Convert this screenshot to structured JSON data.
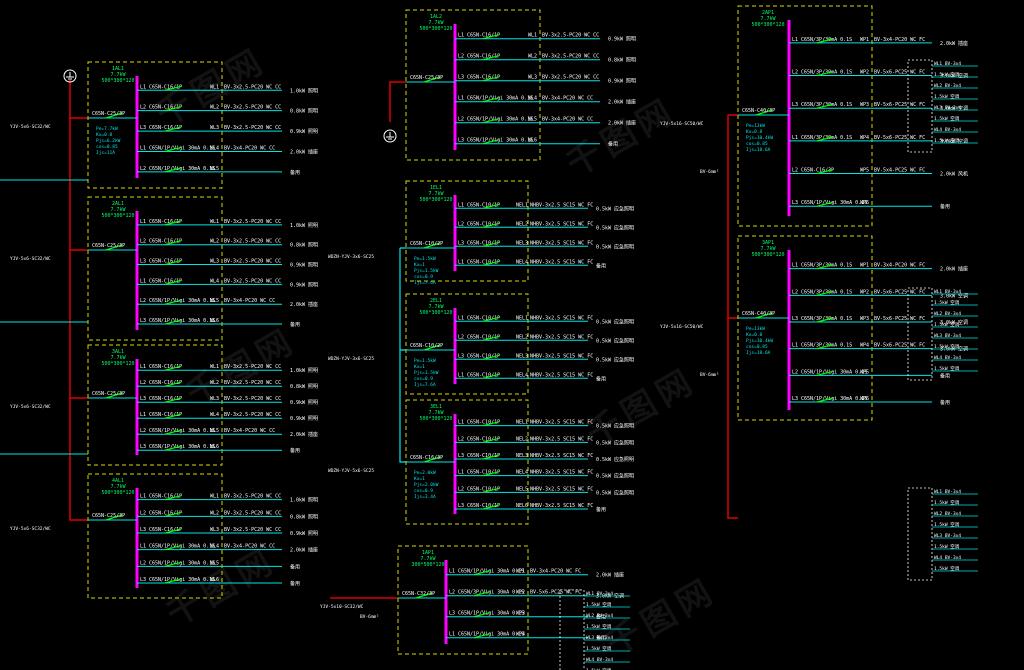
{
  "watermark": "千图网",
  "colors": {
    "background": "#000000",
    "panel_border": "#d8d800",
    "bus_bar": "#ff00ff",
    "feeder_line": "#00e6e6",
    "main_feed": "#e00000",
    "breaker": "#00ff00",
    "text": "#ffffff",
    "header_text": "#00ff66",
    "load_note": "#ffff66"
  },
  "panels": [
    {
      "id": "1AL1",
      "header": [
        "1AL1",
        "7.7kW",
        "500*300*120"
      ],
      "incoming_breaker": "C65N-C25/3P",
      "incoming_cable": "YJV-5x6-SC32/WC",
      "ground_symbol": true,
      "calc_note": [
        "Pe=7.7kW",
        "Kx=0.8",
        "Pjs=6.2kW",
        "cos=0.85",
        "Ijs=11A"
      ],
      "circuits": [
        {
          "phase": "L1",
          "breaker": "C65N-C16/1P",
          "no": "WL1",
          "cable": "BV-3x2.5-PC20 WC CC",
          "load": "1.0kW 照明"
        },
        {
          "phase": "L2",
          "breaker": "C65N-C16/1P",
          "no": "WL2",
          "cable": "BV-3x2.5-PC20 WC CC",
          "load": "0.8kW 照明"
        },
        {
          "phase": "L3",
          "breaker": "C65N-C16/1P",
          "no": "WL3",
          "cable": "BV-3x2.5-PC20 WC CC",
          "load": "0.9kW 照明"
        },
        {
          "phase": "L1",
          "breaker": "C65N/1P/Vigi 30mA 0.1S",
          "no": "WL4",
          "cable": "BV-3x4-PC20 WC CC",
          "load": "2.0kW 插座"
        },
        {
          "phase": "L2",
          "breaker": "C65N/1P/Vigi 30mA 0.1S",
          "no": "WL5",
          "cable": "",
          "load": "备用"
        }
      ]
    },
    {
      "id": "2AL1",
      "header": [
        "2AL1",
        "7.7kW",
        "500*300*120"
      ],
      "incoming_breaker": "C65N-C25/3P",
      "incoming_cable": "YJV-5x6-SC32/WC",
      "circuits": [
        {
          "phase": "L1",
          "breaker": "C65N-C16/1P",
          "no": "WL1",
          "cable": "BV-3x2.5-PC20 WC CC",
          "load": "1.0kW 照明"
        },
        {
          "phase": "L2",
          "breaker": "C65N-C16/1P",
          "no": "WL2",
          "cable": "BV-3x2.5-PC20 WC CC",
          "load": "0.8kW 照明"
        },
        {
          "phase": "L3",
          "breaker": "C65N-C16/1P",
          "no": "WL3",
          "cable": "BV-3x2.5-PC20 WC CC",
          "load": "0.9kW 照明"
        },
        {
          "phase": "L1",
          "breaker": "C65N-C16/1P",
          "no": "WL4",
          "cable": "BV-3x2.5-PC20 WC CC",
          "load": "0.9kW 照明"
        },
        {
          "phase": "L2",
          "breaker": "C65N/1P/Vigi 30mA 0.1S",
          "no": "WL5",
          "cable": "BV-3x4-PC20 WC CC",
          "load": "2.0kW 插座"
        },
        {
          "phase": "L3",
          "breaker": "C65N/1P/Vigi 30mA 0.1S",
          "no": "WL6",
          "cable": "",
          "load": "备用"
        }
      ]
    },
    {
      "id": "3AL1",
      "header": [
        "3AL1",
        "7.7kW",
        "500*300*120"
      ],
      "incoming_breaker": "C65N-C25/3P",
      "incoming_cable": "YJV-5x6-SC32/WC",
      "circuits": [
        {
          "phase": "L1",
          "breaker": "C65N-C16/1P",
          "no": "WL1",
          "cable": "BV-3x2.5-PC20 WC CC",
          "load": "1.0kW 照明"
        },
        {
          "phase": "L2",
          "breaker": "C65N-C16/1P",
          "no": "WL2",
          "cable": "BV-3x2.5-PC20 WC CC",
          "load": "0.8kW 照明"
        },
        {
          "phase": "L3",
          "breaker": "C65N-C16/1P",
          "no": "WL3",
          "cable": "BV-3x2.5-PC20 WC CC",
          "load": "0.9kW 照明"
        },
        {
          "phase": "L1",
          "breaker": "C65N-C16/1P",
          "no": "WL4",
          "cable": "BV-3x2.5-PC20 WC CC",
          "load": "0.9kW 照明"
        },
        {
          "phase": "L2",
          "breaker": "C65N/1P/Vigi 30mA 0.1S",
          "no": "WL5",
          "cable": "BV-3x4-PC20 WC CC",
          "load": "2.0kW 插座"
        },
        {
          "phase": "L3",
          "breaker": "C65N/1P/Vigi 30mA 0.1S",
          "no": "WL6",
          "cable": "",
          "load": "备用"
        }
      ]
    },
    {
      "id": "4AL1",
      "header": [
        "4AL1",
        "7.7kW",
        "500*300*120"
      ],
      "incoming_breaker": "C65N-C25/3P",
      "incoming_cable": "YJV-5x6-SC32/WC",
      "circuits": [
        {
          "phase": "L1",
          "breaker": "C65N-C16/1P",
          "no": "WL1",
          "cable": "BV-3x2.5-PC20 WC CC",
          "load": "1.0kW 照明"
        },
        {
          "phase": "L2",
          "breaker": "C65N-C16/1P",
          "no": "WL2",
          "cable": "BV-3x2.5-PC20 WC CC",
          "load": "0.8kW 照明"
        },
        {
          "phase": "L3",
          "breaker": "C65N-C16/1P",
          "no": "WL3",
          "cable": "BV-3x2.5-PC20 WC CC",
          "load": "0.9kW 照明"
        },
        {
          "phase": "L1",
          "breaker": "C65N/1P/Vigi 30mA 0.1S",
          "no": "WL4",
          "cable": "BV-3x4-PC20 WC CC",
          "load": "2.0kW 插座"
        },
        {
          "phase": "L2",
          "breaker": "C65N/1P/Vigi 30mA 0.1S",
          "no": "WL5",
          "cable": "",
          "load": "备用"
        },
        {
          "phase": "L3",
          "breaker": "C65N/1P/Vigi 30mA 0.1S",
          "no": "WL6",
          "cable": "",
          "load": "备用"
        }
      ]
    },
    {
      "id": "1AL2",
      "header": [
        "1AL2",
        "7.7kW",
        "500*300*120"
      ],
      "incoming_breaker": "C65N-C25/3P",
      "ground_symbol": true,
      "circuits": [
        {
          "phase": "L1",
          "breaker": "C65N-C16/1P",
          "no": "WL1",
          "cable": "BV-3x2.5-PC20 WC CC",
          "load": "0.9kW 照明"
        },
        {
          "phase": "L2",
          "breaker": "C65N-C16/1P",
          "no": "WL2",
          "cable": "BV-3x2.5-PC20 WC CC",
          "load": "0.8kW 照明"
        },
        {
          "phase": "L3",
          "breaker": "C65N-C16/1P",
          "no": "WL3",
          "cable": "BV-3x2.5-PC20 WC CC",
          "load": "0.9kW 照明"
        },
        {
          "phase": "L1",
          "breaker": "C65N/1P/Vigi 30mA 0.1S",
          "no": "WL4",
          "cable": "BV-3x4-PC20 WC CC",
          "load": "2.0kW 插座"
        },
        {
          "phase": "L2",
          "breaker": "C65N/1P/Vigi 30mA 0.1S",
          "no": "WL5",
          "cable": "BV-3x4-PC20 WC CC",
          "load": "2.0kW 插座"
        },
        {
          "phase": "L3",
          "breaker": "C65N/1P/Vigi 30mA 0.1S",
          "no": "WL6",
          "cable": "",
          "load": "备用"
        }
      ]
    },
    {
      "id": "1EL1",
      "header": [
        "1EL1",
        "7.7kW",
        "500*300*120"
      ],
      "incoming_breaker": "C65N-C10/2P",
      "incoming_cable": "WDZN-YJV-3x6-SC25",
      "calc_note": [
        "Pe=1.5kW",
        "Kx=1",
        "Pjs=1.5kW",
        "cos=0.9",
        "Ijs=7.6A"
      ],
      "circuits": [
        {
          "phase": "L1",
          "breaker": "C65N-C10/1P",
          "no": "NEL1",
          "cable": "NHBV-3x2.5 SC15 WC FC",
          "load": "0.5kW 应急照明"
        },
        {
          "phase": "L2",
          "breaker": "C65N-C10/1P",
          "no": "NEL2",
          "cable": "NHBV-3x2.5 SC15 WC FC",
          "load": "0.5kW 应急照明"
        },
        {
          "phase": "L3",
          "breaker": "C65N-C10/1P",
          "no": "NEL3",
          "cable": "NHBV-3x2.5 SC15 WC FC",
          "load": "0.5kW 应急照明"
        },
        {
          "phase": "L1",
          "breaker": "C65N-C10/1P",
          "no": "NEL4",
          "cable": "NHBV-3x2.5 SC15 WC FC",
          "load": "备用"
        }
      ]
    },
    {
      "id": "2EL1",
      "header": [
        "2EL1",
        "7.7kW",
        "500*300*120"
      ],
      "incoming_breaker": "C65N-C10/2P",
      "incoming_cable": "WDZN-YJV-3x6-SC25",
      "calc_note": [
        "Pe=1.5kW",
        "Kx=1",
        "Pjs=1.5kW",
        "cos=0.9",
        "Ijs=7.6A"
      ],
      "circuits": [
        {
          "phase": "L1",
          "breaker": "C65N-C10/1P",
          "no": "NEL1",
          "cable": "NHBV-3x2.5 SC15 WC FC",
          "load": "0.5kW 应急照明"
        },
        {
          "phase": "L2",
          "breaker": "C65N-C10/1P",
          "no": "NEL2",
          "cable": "NHBV-3x2.5 SC15 WC FC",
          "load": "0.5kW 应急照明"
        },
        {
          "phase": "L3",
          "breaker": "C65N-C10/1P",
          "no": "NEL3",
          "cable": "NHBV-3x2.5 SC15 WC FC",
          "load": "0.5kW 应急照明"
        },
        {
          "phase": "L1",
          "breaker": "C65N-C10/1P",
          "no": "NEL4",
          "cable": "NHBV-3x2.5 SC15 WC FC",
          "load": "备用"
        }
      ]
    },
    {
      "id": "3EL1",
      "header": [
        "3EL1",
        "7.7kW",
        "500*300*120"
      ],
      "incoming_breaker": "C65N-C16/3P",
      "incoming_cable": "WDZN-YJV-5x6-SC25",
      "calc_note": [
        "Pe=2.0kW",
        "Kx=1",
        "Pjs=2.0kW",
        "cos=0.9",
        "Ijs=3.4A"
      ],
      "circuits": [
        {
          "phase": "L1",
          "breaker": "C65N-C10/1P",
          "no": "NEL1",
          "cable": "NHBV-3x2.5 SC15 WC FC",
          "load": "0.5kW 应急照明"
        },
        {
          "phase": "L2",
          "breaker": "C65N-C10/1P",
          "no": "NEL2",
          "cable": "NHBV-3x2.5 SC15 WC FC",
          "load": "0.5kW 应急照明"
        },
        {
          "phase": "L3",
          "breaker": "C65N-C10/1P",
          "no": "NEL3",
          "cable": "NHBV-3x2.5 SC15 WC FC",
          "load": "0.5kW 应急照明"
        },
        {
          "phase": "L1",
          "breaker": "C65N-C10/1P",
          "no": "NEL4",
          "cable": "NHBV-3x2.5 SC15 WC FC",
          "load": "0.5kW 应急照明"
        },
        {
          "phase": "L2",
          "breaker": "C65N-C10/1P",
          "no": "NEL5",
          "cable": "NHBV-3x2.5 SC15 WC FC",
          "load": "0.5kW 应急照明"
        },
        {
          "phase": "L3",
          "breaker": "C65N-C10/1P",
          "no": "NEL6",
          "cable": "NHBV-3x2.5 SC15 WC FC",
          "load": "备用"
        }
      ]
    },
    {
      "id": "1AP1",
      "header": [
        "1AP1",
        "7.7kW",
        "300*500*120"
      ],
      "incoming_breaker": "C65N-C32/3P",
      "incoming_cable": "YJV-5x10-SC32/WC",
      "ground_cable": "BV-6mm²",
      "circuits": [
        {
          "phase": "L1",
          "breaker": "C65N/1P/Vigi 30mA 0.1S",
          "no": "WP1",
          "cable": "BV-3x4-PC20 WC FC",
          "load": "2.0kW 插座"
        },
        {
          "phase": "L2",
          "breaker": "C65N/3P/Vigi 30mA 0.1S",
          "no": "WP2",
          "cable": "BV-5x6-PC25 WC FC",
          "load": "3.0kW 空调"
        },
        {
          "phase": "L3",
          "breaker": "C65N/1P/Vigi 30mA 0.1S",
          "no": "WP3",
          "cable": "",
          "load": "备用"
        },
        {
          "phase": "L1",
          "breaker": "C65N/1P/Vigi 30mA 0.1S",
          "no": "WP4",
          "cable": "",
          "load": "备用"
        }
      ]
    },
    {
      "id": "2AP1",
      "header": [
        "2AP1",
        "7.7kW",
        "500*300*120"
      ],
      "incoming_breaker": "C65N-C40/3P",
      "incoming_cable": "YJV-5x16-SC50/WC",
      "ground_cable": "BV-6mm²",
      "calc_note": [
        "Pe=13kW",
        "Kx=0.8",
        "Pjs=10.4kW",
        "cos=0.85",
        "Ijs=18.6A"
      ],
      "circuits": [
        {
          "phase": "L1",
          "breaker": "C65N/3P/30mA 0.1S",
          "no": "WP1",
          "cable": "BV-3x4-PC20 WC FC",
          "load": "2.0kW 插座"
        },
        {
          "phase": "L2",
          "breaker": "C65N/3P/30mA 0.1S",
          "no": "WP2",
          "cable": "BV-5x6-PC25 WC FC",
          "load": "3.0kW 空调"
        },
        {
          "phase": "L3",
          "breaker": "C65N/3P/30mA 0.1S",
          "no": "WP3",
          "cable": "BV-5x6-PC25 WC FC",
          "load": "3.0kW 空调"
        },
        {
          "phase": "L1",
          "breaker": "C65N/3P/30mA 0.1S",
          "no": "WP4",
          "cable": "BV-5x6-PC25 WC FC",
          "load": "3.0kW 空调"
        },
        {
          "phase": "L2",
          "breaker": "C65N-C16/3P",
          "no": "WP5",
          "cable": "BV-5x4-PC25 WC FC",
          "load": "2.0kW 风机"
        },
        {
          "phase": "L3",
          "breaker": "C65N/1P/Vigi 30mA 0.1S",
          "no": "WP6",
          "cable": "",
          "load": "备用"
        }
      ]
    },
    {
      "id": "3AP1",
      "header": [
        "3AP1",
        "7.7kW",
        "500*300*120"
      ],
      "incoming_breaker": "C65N-C40/3P",
      "incoming_cable": "YJV-5x16-SC50/WC",
      "ground_cable": "BV-6mm²",
      "calc_note": [
        "Pe=13kW",
        "Kx=0.8",
        "Pjs=10.4kW",
        "cos=0.85",
        "Ijs=18.6A"
      ],
      "circuits": [
        {
          "phase": "L1",
          "breaker": "C65N/3P/30mA 0.1S",
          "no": "WP1",
          "cable": "BV-3x4-PC20 WC FC",
          "load": "2.0kW 插座"
        },
        {
          "phase": "L2",
          "breaker": "C65N/3P/30mA 0.1S",
          "no": "WP2",
          "cable": "BV-5x6-PC25 WC FC",
          "load": "3.0kW 空调"
        },
        {
          "phase": "L3",
          "breaker": "C65N/3P/30mA 0.1S",
          "no": "WP3",
          "cable": "BV-5x6-PC25 WC FC",
          "load": "3.0kW 空调"
        },
        {
          "phase": "L1",
          "breaker": "C65N/3P/30mA 0.1S",
          "no": "WP4",
          "cable": "BV-5x6-PC25 WC FC",
          "load": "3.0kW 空调"
        },
        {
          "phase": "L2",
          "breaker": "C65N/1P/Vigi 30mA 0.1S",
          "no": "WP5",
          "cable": "",
          "load": "备用"
        },
        {
          "phase": "L3",
          "breaker": "C65N/1P/Vigi 30mA 0.1S",
          "no": "WP6",
          "cable": "",
          "load": "备用"
        }
      ]
    }
  ],
  "ac_unit_boxes": [
    {
      "lines": [
        "WL1 BV-3x4",
        "1.5kW 空调",
        "WL2 BV-3x4",
        "1.5kW 空调",
        "WL3 BV-3x4",
        "1.5kW 空调",
        "WL4 BV-3x4",
        "1.5kW 空调"
      ]
    }
  ]
}
